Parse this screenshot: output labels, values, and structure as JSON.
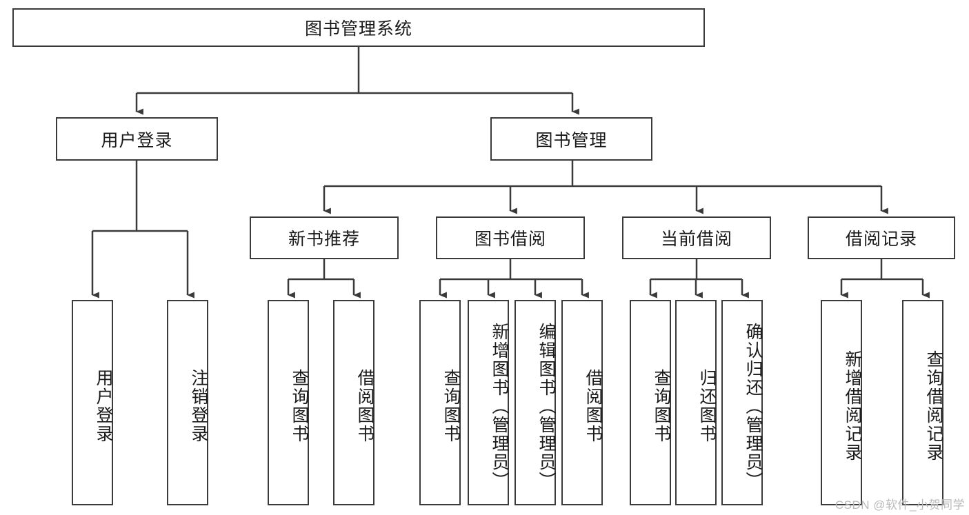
{
  "diagram": {
    "title": "图书管理系统",
    "type": "tree-hierarchy",
    "root": {
      "id": "root",
      "label": "图书管理系统"
    },
    "level2": [
      {
        "id": "user-login",
        "label": "用户登录"
      },
      {
        "id": "book-manage",
        "label": "图书管理"
      }
    ],
    "level3": [
      {
        "id": "new-book-recommend",
        "label": "新书推荐",
        "parent": "book-manage"
      },
      {
        "id": "book-borrow",
        "label": "图书借阅",
        "parent": "book-manage"
      },
      {
        "id": "current-borrow",
        "label": "当前借阅",
        "parent": "book-manage"
      },
      {
        "id": "borrow-record",
        "label": "借阅记录",
        "parent": "book-manage"
      }
    ],
    "leaves": [
      {
        "id": "leaf-user-login",
        "label": "用户登录",
        "parent": "user-login"
      },
      {
        "id": "leaf-user-logout",
        "label": "注销登录",
        "parent": "user-login"
      },
      {
        "id": "leaf-query-book-1",
        "label": "查询图书",
        "parent": "new-book-recommend"
      },
      {
        "id": "leaf-borrow-book-1",
        "label": "借阅图书",
        "parent": "new-book-recommend"
      },
      {
        "id": "leaf-query-book-2",
        "label": "查询图书",
        "parent": "book-borrow"
      },
      {
        "id": "leaf-add-book",
        "label": "新增图书（管理员）",
        "parent": "book-borrow"
      },
      {
        "id": "leaf-edit-book",
        "label": "编辑图书（管理员）",
        "parent": "book-borrow"
      },
      {
        "id": "leaf-borrow-book-2",
        "label": "借阅图书",
        "parent": "book-borrow"
      },
      {
        "id": "leaf-query-book-3",
        "label": "查询图书",
        "parent": "current-borrow"
      },
      {
        "id": "leaf-return-book",
        "label": "归还图书",
        "parent": "current-borrow"
      },
      {
        "id": "leaf-confirm-return",
        "label": "确认归还（管理员）",
        "parent": "current-borrow"
      },
      {
        "id": "leaf-add-record",
        "label": "新增借阅记录",
        "parent": "borrow-record"
      },
      {
        "id": "leaf-query-record",
        "label": "查询借阅记录",
        "parent": "borrow-record"
      }
    ]
  },
  "watermark": {
    "text": "CSDN @软件_小贺同学"
  },
  "colors": {
    "stroke": "#3a3a3a",
    "background": "#ffffff",
    "text": "#1a1a1a",
    "watermark": "#b9b9b9"
  }
}
